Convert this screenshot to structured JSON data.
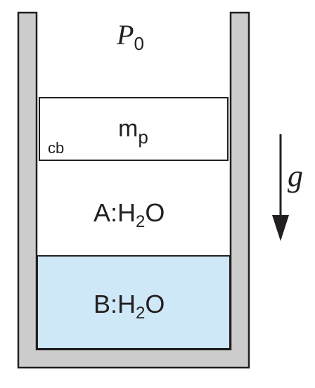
{
  "labels": {
    "ambient_pressure": {
      "symbol": "P",
      "subscript": "0"
    },
    "piston_mass": {
      "base": "m",
      "subscript": "p"
    },
    "control_boundary": "cb",
    "gravity": "g",
    "region_a": {
      "prefix": "A:H",
      "subscript": "2",
      "suffix": "O"
    },
    "region_b": {
      "prefix": "B:H",
      "subscript": "2",
      "suffix": "O"
    }
  },
  "colors": {
    "cylinder_wall": "#cccccc",
    "outline": "#231f20",
    "liquid_fill": "#cfe8f8",
    "background": "#ffffff"
  }
}
